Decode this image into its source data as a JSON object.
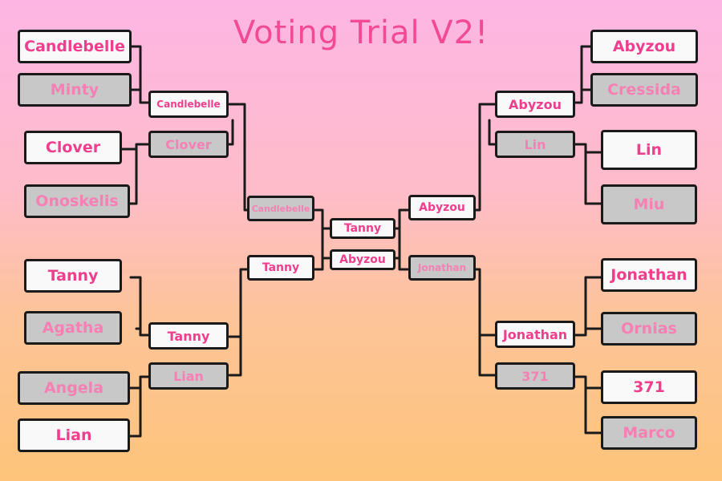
{
  "title": "Voting Trial V2!",
  "left": {
    "r1": [
      "Candlebelle",
      "Minty",
      "Clover",
      "Onoskelis",
      "Tanny",
      "Agatha",
      "Angela",
      "Lian"
    ],
    "r2": [
      "Candlebelle",
      "Clover",
      "Tanny",
      "Lian"
    ],
    "r3": [
      "Candlebelle",
      "Tanny"
    ],
    "final": "Tanny"
  },
  "right": {
    "r1": [
      "Abyzou",
      "Cressida",
      "Lin",
      "Miu",
      "Jonathan",
      "Ornias",
      "371",
      "Marco"
    ],
    "r2": [
      "Abyzou",
      "Lin",
      "Jonathan",
      "371"
    ],
    "r3": [
      "Abyzou",
      "Jonathan"
    ],
    "final": "Abyzou"
  },
  "winner_color": "#f9f9f9",
  "loser_color": "#c8c8c8",
  "text_color": "#f03e8e"
}
